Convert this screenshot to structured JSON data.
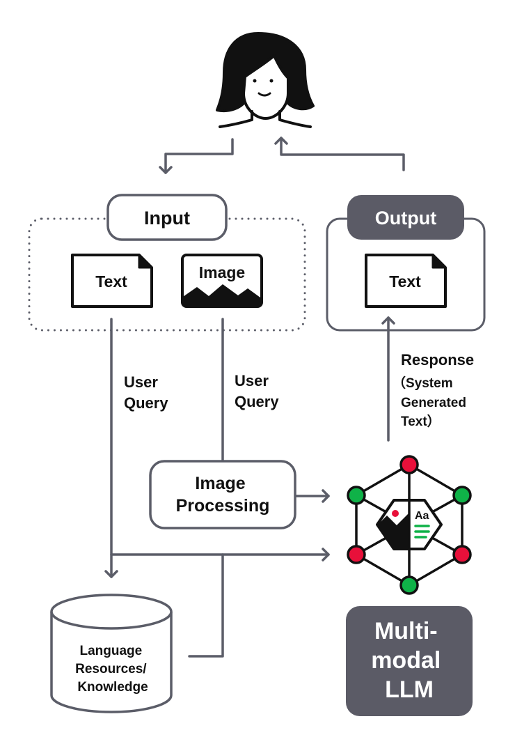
{
  "input": {
    "label": "Input"
  },
  "output": {
    "label": "Output"
  },
  "doc_text_input": {
    "label": "Text"
  },
  "doc_image_input": {
    "label": "Image"
  },
  "doc_text_output": {
    "label": "Text"
  },
  "user_query_1": {
    "line1": "User",
    "line2": "Query"
  },
  "user_query_2": {
    "line1": "User",
    "line2": "Query"
  },
  "response": {
    "line1": "Response",
    "line2": "（System",
    "line3": "Generated",
    "line4": "Text）"
  },
  "image_processing": {
    "line1": "Image",
    "line2": "Processing"
  },
  "database": {
    "line1": "Language",
    "line2": "Resources/",
    "line3": "Knowledge"
  },
  "llm": {
    "line1": "Multi-",
    "line2": "modal",
    "line3": "LLM"
  },
  "llm_icon": {
    "label": "Aa"
  },
  "colors": {
    "line": "#5b5d68",
    "dark_box": "#5b5b66",
    "node_red": "#e8103a",
    "node_green": "#0fb248",
    "ink": "#111111"
  }
}
